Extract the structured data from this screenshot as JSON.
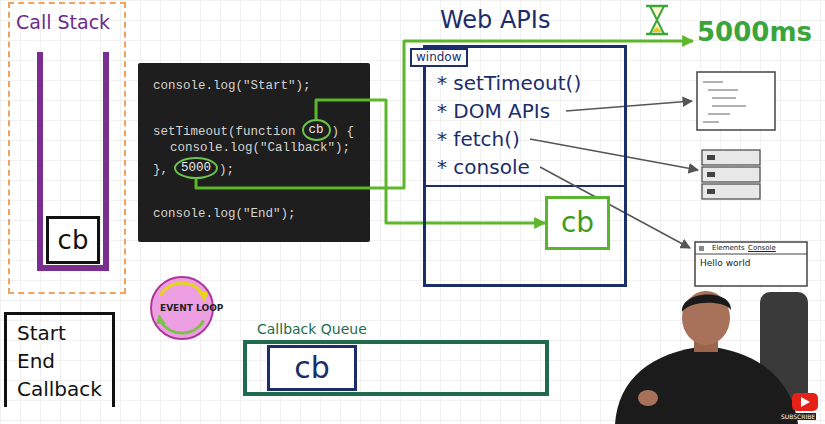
{
  "diagram": {
    "nodes": [
      {
        "text": [
          "Call Stack"
        ]
      },
      {
        "text": [
          "cb"
        ],
        "in": 0
      },
      {
        "text": [
          "console.log(\"Start\");",
          "setTimeout(function",
          ") {",
          "console.log(\"Callback\");",
          "},",
          ");",
          "console.log(\"End\");"
        ]
      },
      {
        "text": [
          "cb"
        ],
        "in": 2
      },
      {
        "text": [
          "5000"
        ],
        "in": 2
      },
      {
        "text": [
          "Web APIs",
          "window",
          "* setTimeout()",
          "* DOM APIs",
          "* fetch()",
          "* console"
        ]
      },
      {
        "text": [
          "cb"
        ],
        "in": 5
      },
      {
        "text": [
          "5000ms"
        ]
      },
      {
        "text": [
          "EVENT LOOP"
        ]
      },
      {
        "text": [
          "Callback Queue"
        ]
      },
      {
        "text": [
          "cb"
        ],
        "in": 9
      },
      {
        "text": [
          "Start",
          "End",
          "Callback"
        ]
      }
    ],
    "edges": [
      {
        "from": 3,
        "to": 6,
        "arrow": "to"
      },
      {
        "from": 4,
        "to": 7,
        "arrow": "to"
      }
    ],
    "labels": [
      "Elements",
      "Console",
      "Hello world",
      "SUBSCRIBE"
    ]
  }
}
